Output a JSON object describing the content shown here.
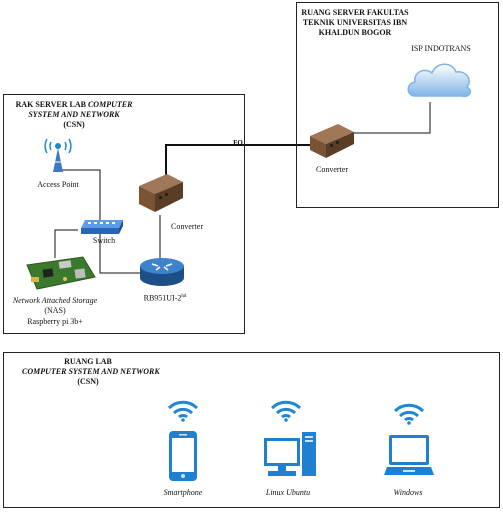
{
  "server_room": {
    "title_line1": "RUANG SERVER FAKULTAS",
    "title_line2": "TEKNIK UNIVERSITAS IBN",
    "title_line3": "KHALDUN BOGOR",
    "isp_label": "ISP INDOTRANS",
    "converter_label": "Converter"
  },
  "link_label": "FO",
  "rack": {
    "title_line1_plain": "RAK SERVER LAB ",
    "title_line1_italic": "COMPUTER",
    "title_line2": "SYSTEM AND NETWORK",
    "title_line3": "(CSN)",
    "access_point_label": "Access Point",
    "switch_label": "Switch",
    "converter_label": "Converter",
    "router_label": "RB951UI-2",
    "router_superscript": "hd",
    "nas_line1": "Network Attached Storage",
    "nas_line2": "(NAS)",
    "nas_line3": "Raspberry pi 3b+"
  },
  "lab": {
    "title_line1": "RUANG LAB",
    "title_line2": "COMPUTER SYSTEM AND NETWORK",
    "title_line3": "(CSN)",
    "devices": [
      "Smartphone",
      "Linux Ubuntu",
      "Windows"
    ]
  },
  "colors": {
    "wifi_blue": "#1e88d6",
    "cloud_blue": "#7fb4e8",
    "router_blue": "#2c6fb5",
    "switch_blue": "#3a7bd5",
    "converter_brown": "#8a6040",
    "rpi_green": "#3b7a2c"
  }
}
